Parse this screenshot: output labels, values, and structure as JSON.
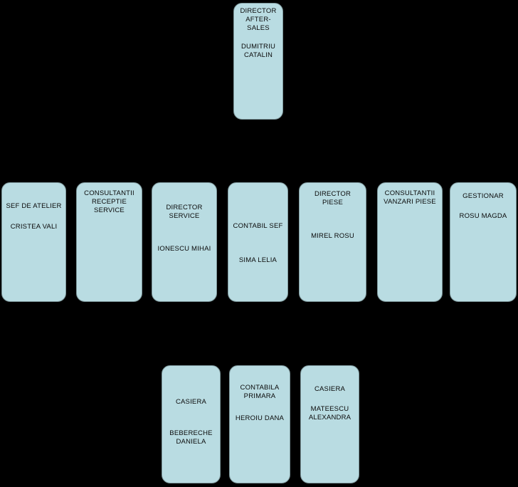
{
  "page": {
    "background_color": "#000000",
    "box_fill_color": "#b9dce2",
    "box_border_color": "#7e989c",
    "text_color": "#0a0a0a"
  },
  "org": {
    "type": "org-chart",
    "boxes": [
      {
        "role": "DIRECTOR\nAFTER-\nSALES",
        "person": "DUMITRIU\nCATALIN"
      },
      {
        "role": "SEF DE ATELIER",
        "person": "CRISTEA VALI"
      },
      {
        "role": "CONSULTANTII\nRECEPTIE\nSERVICE",
        "person": ""
      },
      {
        "role": "DIRECTOR\nSERVICE",
        "person": "IONESCU MIHAI"
      },
      {
        "role": "CONTABIL SEF",
        "person": "SIMA LELIA"
      },
      {
        "role": "DIRECTOR\nPIESE",
        "person": "MIREL ROSU"
      },
      {
        "role": "CONSULTANTII\nVANZARI PIESE",
        "person": ""
      },
      {
        "role": "GESTIONAR",
        "person": "ROSU MAGDA"
      },
      {
        "role": "CASIERA",
        "person": "BEBERECHE\nDANIELA"
      },
      {
        "role": "CONTABILA\nPRIMARA",
        "person": "HEROIU DANA"
      },
      {
        "role": "CASIERA",
        "person": "MATEESCU\nALEXANDRA"
      }
    ]
  }
}
